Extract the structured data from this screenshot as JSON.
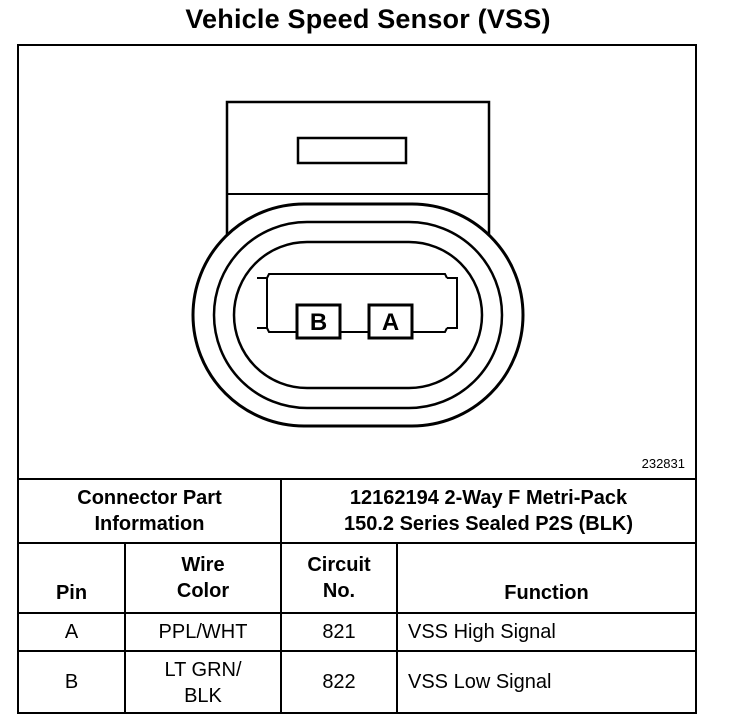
{
  "title": "Vehicle Speed Sensor (VSS)",
  "figure_number": "232831",
  "connector": {
    "pins": [
      "B",
      "A"
    ]
  },
  "part_info": {
    "label_line1": "Connector Part",
    "label_line2": "Information",
    "value_line1": "12162194 2-Way F Metri-Pack",
    "value_line2": "150.2 Series Sealed P2S (BLK)"
  },
  "columns": {
    "pin": "Pin",
    "wire_line1": "Wire",
    "wire_line2": "Color",
    "circuit_line1": "Circuit",
    "circuit_line2": "No.",
    "function": "Function"
  },
  "rows": [
    {
      "pin": "A",
      "wire_line1": "PPL/WHT",
      "wire_line2": "",
      "circuit": "821",
      "function": "VSS High Signal"
    },
    {
      "pin": "B",
      "wire_line1": "LT GRN/",
      "wire_line2": "BLK",
      "circuit": "822",
      "function": "VSS Low Signal"
    }
  ]
}
